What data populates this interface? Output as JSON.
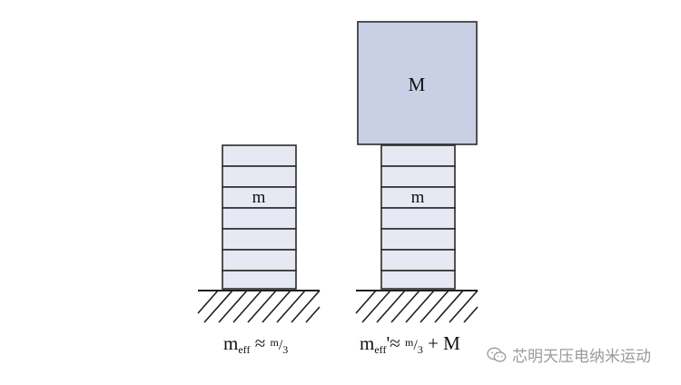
{
  "left_stack": {
    "mass_label": "m",
    "formula": {
      "symbol": "m",
      "subscript": "eff",
      "approx": "≈",
      "numerator": "m",
      "slash": "/",
      "denominator": "3"
    }
  },
  "right_stack": {
    "mass_label": "m",
    "block_label": "M",
    "formula": {
      "symbol": "m",
      "subscript": "eff",
      "prime": "'",
      "approx": "≈",
      "numerator": "m",
      "slash": "/",
      "denominator": "3",
      "plus": "+ M"
    }
  },
  "watermark": {
    "text": "芯明天压电纳米运动",
    "icon": "wechat-icon"
  },
  "colors": {
    "layer_fill": "#e6e9f3",
    "mass_block_fill": "#c9cfe5",
    "outline": "#2b2b2b",
    "watermark_text": "#9a9a9a"
  }
}
